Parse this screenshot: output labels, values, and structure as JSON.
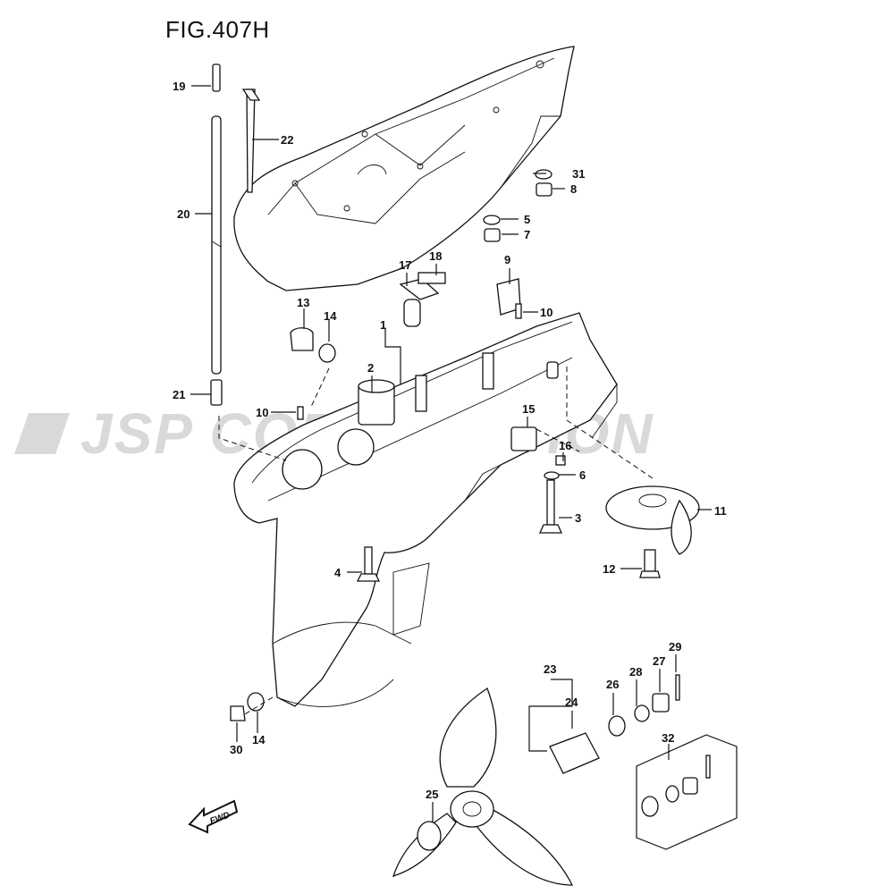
{
  "figure": {
    "title": "FIG.407H"
  },
  "watermark": {
    "text": "JSP CORPORATION"
  },
  "direction_badge": {
    "label": "FWD"
  },
  "callouts": [
    "1",
    "2",
    "3",
    "4",
    "5",
    "6",
    "7",
    "8",
    "9",
    "10",
    "10",
    "11",
    "12",
    "13",
    "14",
    "14",
    "15",
    "16",
    "17",
    "18",
    "19",
    "20",
    "21",
    "22",
    "23",
    "24",
    "25",
    "26",
    "27",
    "28",
    "29",
    "30",
    "31",
    "32"
  ]
}
